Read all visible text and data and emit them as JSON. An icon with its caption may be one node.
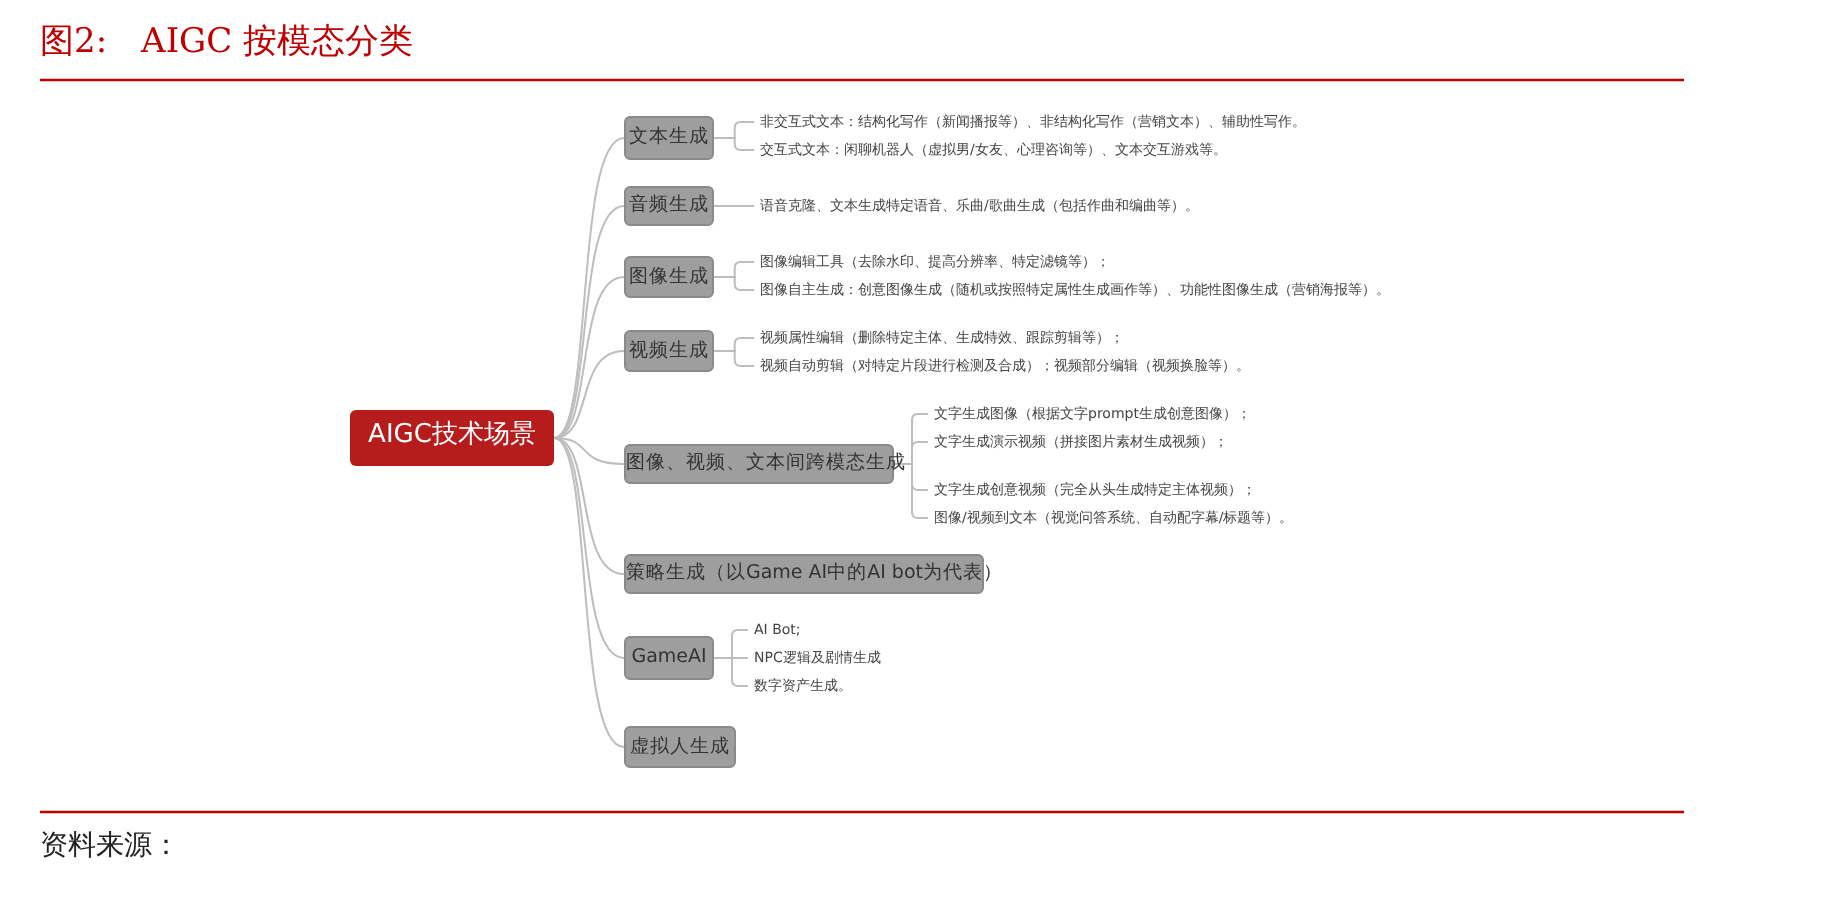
{
  "diagram": {
    "title": "图2:　AIGC 按模态分类",
    "nodes": [
      {
        "text": [
          "AIGC技术场景"
        ]
      },
      {
        "text": [
          "文本生成"
        ]
      },
      {
        "text": [
          "非交互式文本：结构化写作（新闻播报等）、非结构化写作（营销文本）、辅助性写作。"
        ]
      },
      {
        "text": [
          "交互式文本：闲聊机器人（虚拟男/女友、心理咨询等）、文本交互游戏等。"
        ]
      },
      {
        "text": [
          "音频生成"
        ]
      },
      {
        "text": [
          "语音克隆、文本生成特定语音、乐曲/歌曲生成（包括作曲和编曲等）。"
        ]
      },
      {
        "text": [
          "图像生成"
        ]
      },
      {
        "text": [
          "图像编辑工具（去除水印、提高分辨率、特定滤镜等）；"
        ]
      },
      {
        "text": [
          "图像自主生成：创意图像生成（随机或按照特定属性生成画作等）、功能性图像生成（营销海报等）。"
        ]
      },
      {
        "text": [
          "视频生成"
        ]
      },
      {
        "text": [
          "视频属性编辑（删除特定主体、生成特效、跟踪剪辑等）；"
        ]
      },
      {
        "text": [
          "视频自动剪辑（对特定片段进行检测及合成）；视频部分编辑（视频换脸等）。"
        ]
      },
      {
        "text": [
          "图像、视频、文本间跨模态生成"
        ]
      },
      {
        "text": [
          "文字生成图像（根据文字prompt生成创意图像）；"
        ]
      },
      {
        "text": [
          "文字生成演示视频（拼接图片素材生成视频）；"
        ]
      },
      {
        "text": [
          "文字生成创意视频（完全从头生成特定主体视频）；"
        ]
      },
      {
        "text": [
          "图像/视频到文本（视觉问答系统、自动配字幕/标题等）。"
        ]
      },
      {
        "text": [
          "策略生成（以Game AI中的AI bot为代表）"
        ]
      },
      {
        "text": [
          "GameAI"
        ]
      },
      {
        "text": [
          "AI Bot;"
        ]
      },
      {
        "text": [
          "NPC逻辑及剧情生成"
        ]
      },
      {
        "text": [
          "数字资产生成。"
        ]
      },
      {
        "text": [
          "虚拟人生成"
        ]
      }
    ],
    "edges": [
      {
        "from": 0,
        "to": 1,
        "arrow": "none"
      },
      {
        "from": 1,
        "to": 2,
        "arrow": "none"
      },
      {
        "from": 1,
        "to": 3,
        "arrow": "none"
      },
      {
        "from": 0,
        "to": 4,
        "arrow": "none"
      },
      {
        "from": 4,
        "to": 5,
        "arrow": "none"
      },
      {
        "from": 0,
        "to": 6,
        "arrow": "none"
      },
      {
        "from": 6,
        "to": 7,
        "arrow": "none"
      },
      {
        "from": 6,
        "to": 8,
        "arrow": "none"
      },
      {
        "from": 0,
        "to": 9,
        "arrow": "none"
      },
      {
        "from": 9,
        "to": 10,
        "arrow": "none"
      },
      {
        "from": 9,
        "to": 11,
        "arrow": "none"
      },
      {
        "from": 0,
        "to": 12,
        "arrow": "none"
      },
      {
        "from": 12,
        "to": 13,
        "arrow": "none"
      },
      {
        "from": 12,
        "to": 14,
        "arrow": "none"
      },
      {
        "from": 12,
        "to": 15,
        "arrow": "none"
      },
      {
        "from": 12,
        "to": 16,
        "arrow": "none"
      },
      {
        "from": 0,
        "to": 17,
        "arrow": "none"
      },
      {
        "from": 0,
        "to": 18,
        "arrow": "none"
      },
      {
        "from": 18,
        "to": 19,
        "arrow": "none"
      },
      {
        "from": 18,
        "to": 20,
        "arrow": "none"
      },
      {
        "from": 18,
        "to": 21,
        "arrow": "none"
      },
      {
        "from": 0,
        "to": 22,
        "arrow": "none"
      }
    ],
    "labels": [
      "资料来源："
    ]
  }
}
